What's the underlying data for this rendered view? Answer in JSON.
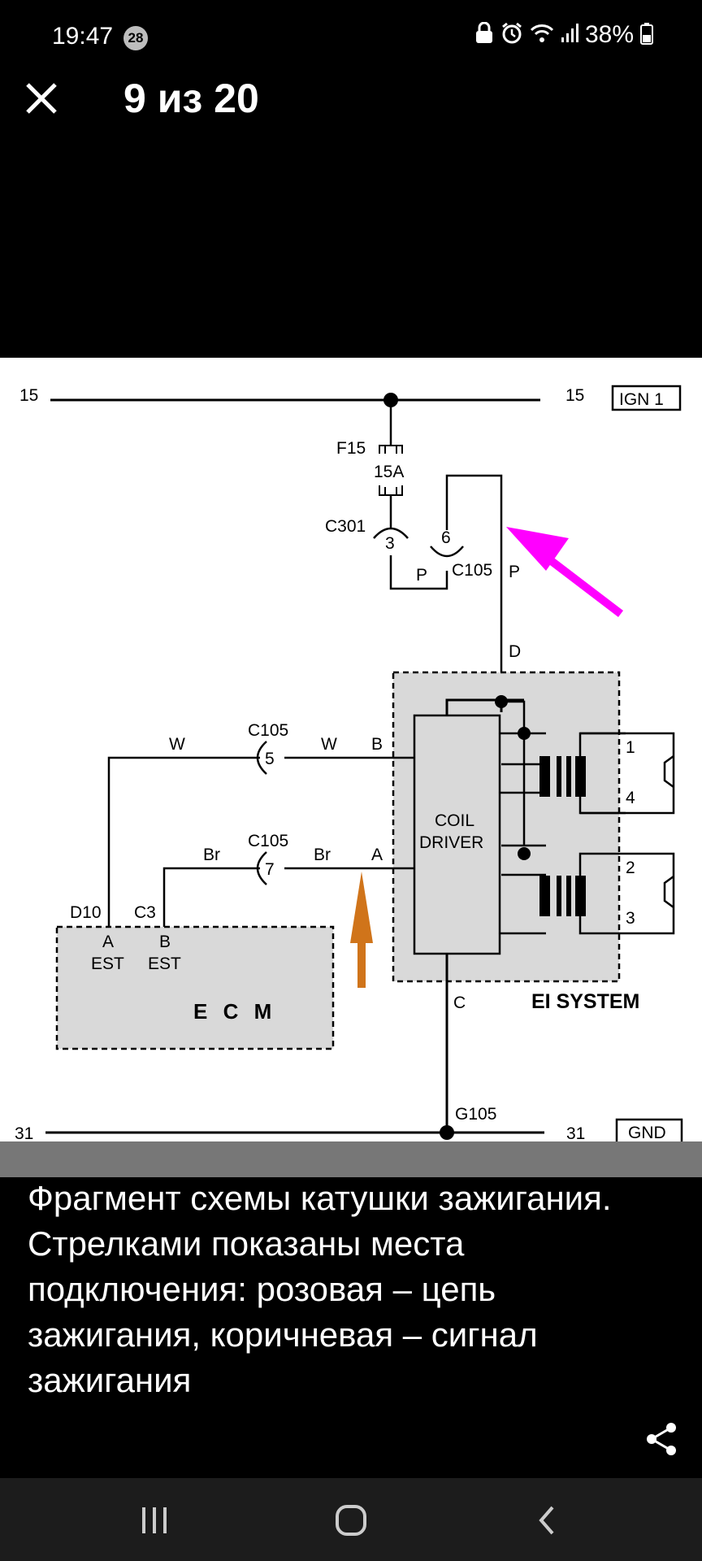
{
  "status": {
    "time": "19:47",
    "notification_count": "28",
    "battery": "38%"
  },
  "viewer": {
    "counter": "9 из 20"
  },
  "diagram": {
    "terminal_15_left": "15",
    "terminal_15_right": "15",
    "ign_label": "IGN 1",
    "fuse_label": "F15",
    "fuse_rating": "15A",
    "c301_label": "C301",
    "c301_pin": "3",
    "c105_pin6": "6",
    "c105_label_top": "C105",
    "wire_p1": "P",
    "wire_p2": "P",
    "pin_d": "D",
    "c105_mid": "C105",
    "pin5": "5",
    "wire_w1": "W",
    "wire_w2": "W",
    "pin_b": "B",
    "c105_low": "C105",
    "pin7": "7",
    "wire_br1": "Br",
    "wire_br2": "Br",
    "pin_a": "A",
    "coil_line1": "COIL",
    "coil_line2": "DRIVER",
    "plug1": "1",
    "plug4": "4",
    "plug2": "2",
    "plug3": "3",
    "d10": "D10",
    "c3": "C3",
    "ecm_a": "A",
    "ecm_b": "B",
    "est1": "EST",
    "est2": "EST",
    "ecm": "E C M",
    "pin_c": "C",
    "ei_system": "EI SYSTEM",
    "g105": "G105",
    "terminal_31_left": "31",
    "terminal_31_right": "31",
    "gnd_label": "GND",
    "colors": {
      "pink_arrow": "#ff00ff",
      "brown_arrow": "#d0741a",
      "module_fill": "#d9d9d9"
    }
  },
  "caption": "Фрагмент схемы катушки зажигания. Стрелками показаны места подключения: розовая – цепь зажигания, коричневая – сигнал зажигания"
}
